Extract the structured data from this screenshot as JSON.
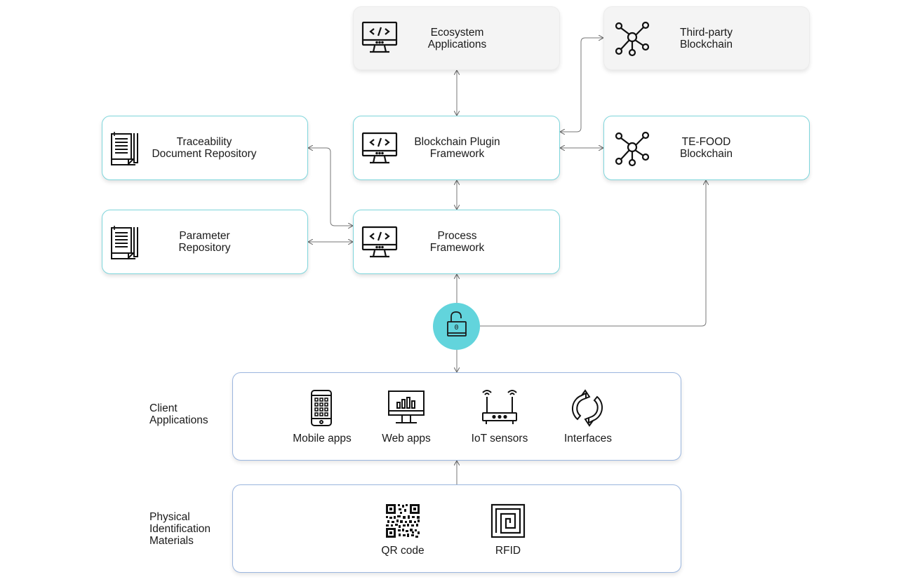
{
  "nodes": {
    "ecosystem": [
      "Ecosystem",
      "Applications"
    ],
    "third_party": [
      "Third-party",
      "Blockchain"
    ],
    "traceability": [
      "Traceability",
      "Document Repository"
    ],
    "plugin": [
      "Blockchain Plugin",
      "Framework"
    ],
    "tefood": [
      "TE-FOOD",
      "Blockchain"
    ],
    "parameter": [
      "Parameter",
      "Repository"
    ],
    "process": [
      "Process",
      "Framework"
    ]
  },
  "lock": {
    "digit": "0",
    "color": "#62d4dc"
  },
  "client": {
    "title": [
      "Client",
      "Applications"
    ],
    "items": [
      {
        "label": "Mobile apps",
        "icon": "mobile-phone-icon"
      },
      {
        "label": "Web apps",
        "icon": "monitor-chart-icon"
      },
      {
        "label": "IoT sensors",
        "icon": "router-icon"
      },
      {
        "label": "Interfaces",
        "icon": "sync-arrows-icon"
      }
    ]
  },
  "physical": {
    "title": [
      "Physical",
      "Identification",
      "Materials"
    ],
    "items": [
      {
        "label": "QR code",
        "icon": "qr-code-icon"
      },
      {
        "label": "RFID",
        "icon": "rfid-icon"
      }
    ]
  },
  "colors": {
    "teal_border": "#7fd6dc",
    "blue_border": "#9bb6df",
    "grey_box": "#f4f4f4",
    "connector": "#666666"
  }
}
